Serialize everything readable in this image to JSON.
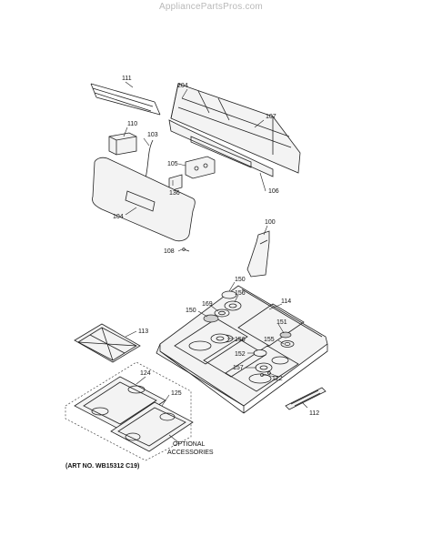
{
  "watermark": "AppliancePartsPros.com",
  "art_number": "(ART NO. WB15312 C19)",
  "optional_accessories": [
    "OPTIONAL",
    "ACCESSORIES"
  ],
  "callouts": {
    "c111": "111",
    "c204": "204",
    "c107": "107",
    "c110": "110",
    "c103": "103",
    "c105": "105",
    "c136": "136",
    "c106": "106",
    "c104": "104",
    "c100": "100",
    "c108": "108",
    "c150": "150",
    "c156a": "156",
    "c169": "169",
    "c114": "114",
    "c150b": "150",
    "c151": "151",
    "c155": "155",
    "c113": "113",
    "c156b": "156",
    "c152": "152",
    "c157": "157",
    "c122": "122",
    "c124": "124",
    "c125": "125",
    "c112": "112"
  }
}
